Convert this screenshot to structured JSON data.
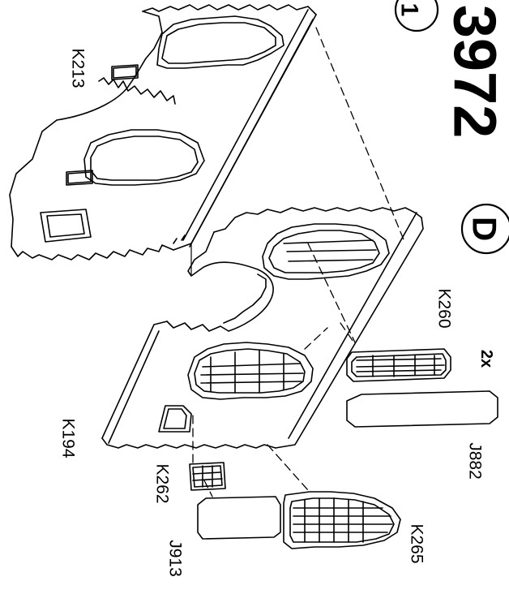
{
  "step_number": "1",
  "set_code_fragment": "3972",
  "set_suffix": "D",
  "quantity_note": "2x",
  "parts": {
    "k213": "K213",
    "k194": "K194",
    "k260": "K260",
    "j882": "J882",
    "k262": "K262",
    "j913": "J913",
    "k265": "K265"
  },
  "colors": {
    "ink": "#000000",
    "paper": "#ffffff"
  }
}
